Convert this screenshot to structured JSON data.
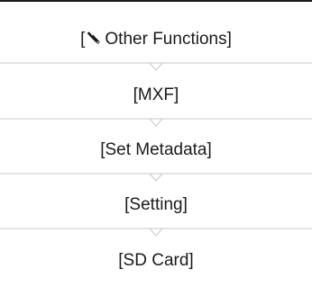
{
  "steps": [
    {
      "prefix": "[",
      "label": "Other Functions]",
      "icon": "wrench-icon"
    },
    {
      "label": "[MXF]"
    },
    {
      "label": "[Set Metadata]"
    },
    {
      "label": "[Setting]"
    },
    {
      "label": "[SD Card]"
    }
  ],
  "colors": {
    "text": "#1a1a1a",
    "rule": "#1a1a1a",
    "divider": "#c8c8c8"
  }
}
